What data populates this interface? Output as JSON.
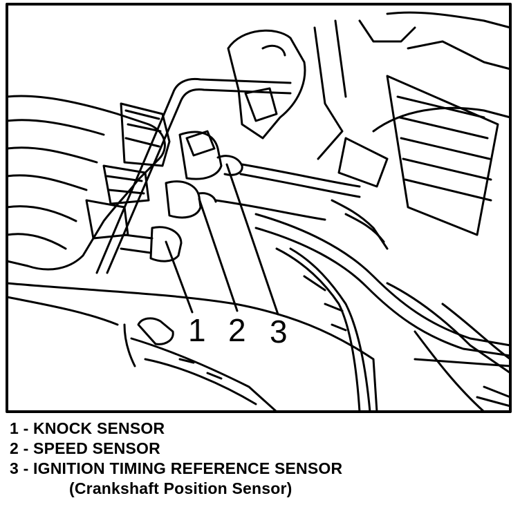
{
  "callouts": [
    "1",
    "2",
    "3"
  ],
  "legend": [
    {
      "number": "1",
      "text": "1 - KNOCK SENSOR"
    },
    {
      "number": "2",
      "text": "2 - SPEED SENSOR"
    },
    {
      "number": "3",
      "text": "3 - IGNITION TIMING REFERENCE SENSOR"
    }
  ],
  "legend_note": "(Crankshaft Position Sensor)"
}
